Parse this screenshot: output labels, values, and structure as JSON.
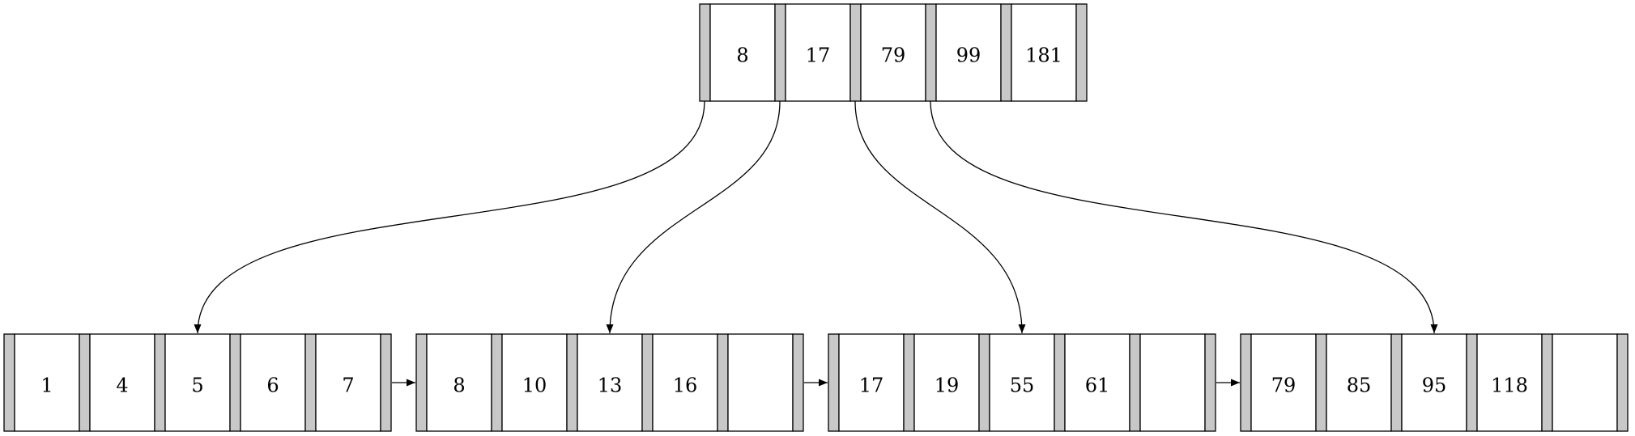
{
  "colors": {
    "pointer_slot": "#c8c8c8",
    "stroke": "#000000",
    "background": "#ffffff"
  },
  "root": {
    "keys": [
      "8",
      "17",
      "79",
      "99",
      "181"
    ]
  },
  "leaves": [
    {
      "keys": [
        "1",
        "4",
        "5",
        "6",
        "7"
      ]
    },
    {
      "keys": [
        "8",
        "10",
        "13",
        "16",
        ""
      ]
    },
    {
      "keys": [
        "17",
        "19",
        "55",
        "61",
        ""
      ]
    },
    {
      "keys": [
        "79",
        "85",
        "95",
        "118",
        ""
      ]
    }
  ]
}
